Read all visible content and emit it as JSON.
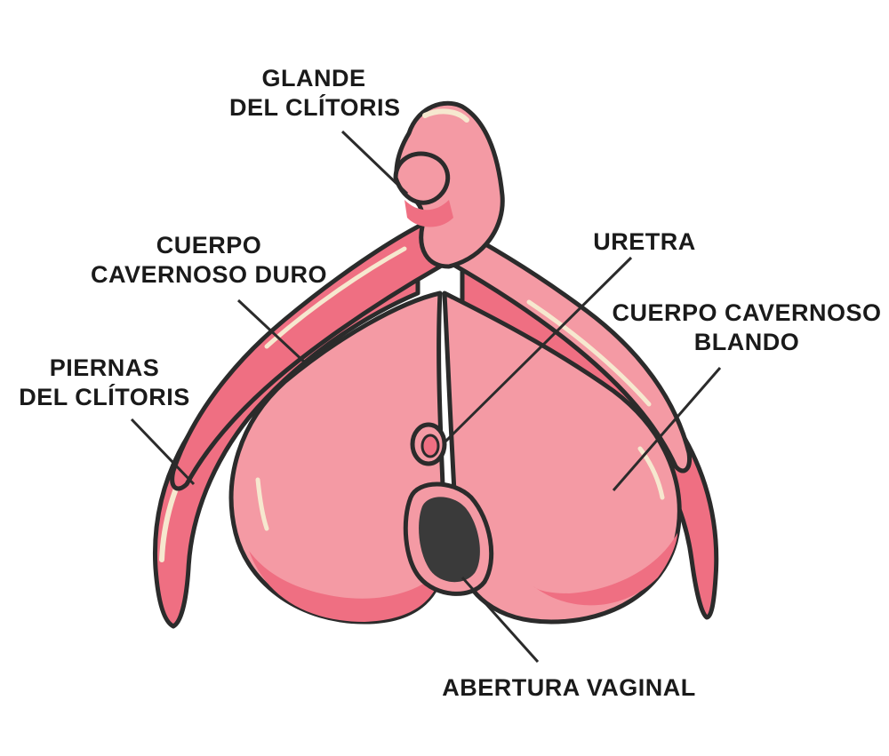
{
  "labels": {
    "glande": {
      "line1": "GLANDE",
      "line2": "DEL CLÍTORIS"
    },
    "cuerpo_duro": {
      "line1": "CUERPO",
      "line2": "CAVERNOSO DURO"
    },
    "piernas": {
      "line1": "PIERNAS",
      "line2": "DEL CLÍTORIS"
    },
    "uretra": {
      "line1": "URETRA"
    },
    "cuerpo_blando": {
      "line1": "CUERPO CAVERNOSO",
      "line2": "BLANDO"
    },
    "abertura": {
      "line1": "ABERTURA VAGINAL"
    }
  },
  "colors": {
    "outline": "#2b2b2b",
    "body_main": "#f49aa4",
    "body_shadow": "#ef6f82",
    "highlight": "#f6e8cf",
    "cavity": "#3a3a3a",
    "leader_line": "#2b2b2b"
  }
}
